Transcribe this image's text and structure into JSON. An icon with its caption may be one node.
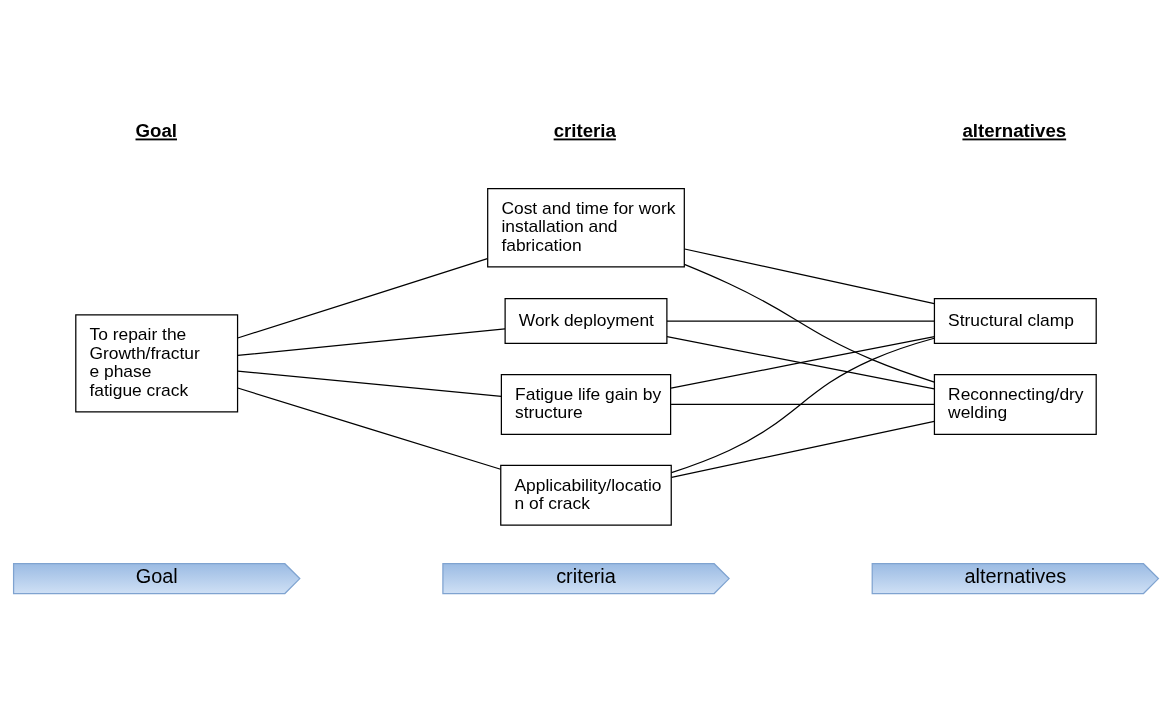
{
  "diagram": {
    "nodes": [
      {
        "text": [
          "Goal"
        ]
      },
      {
        "text": [
          "criteria"
        ]
      },
      {
        "text": [
          "alternatives"
        ]
      },
      {
        "text": [
          "To repair the Growth/fractur e phase fatigue crack"
        ]
      },
      {
        "text": [
          "Fatigue life gain by structure"
        ]
      },
      {
        "text": [
          "Applicability/locatio n of crack"
        ]
      },
      {
        "text": [
          "Cost and time for work installation and fabrication"
        ]
      },
      {
        "text": [
          "Work deployment"
        ]
      },
      {
        "text": [
          "Structural clamp"
        ]
      },
      {
        "text": [
          "Reconnecting/dry welding"
        ]
      }
    ],
    "edges": [
      {
        "from": 3,
        "to": 4,
        "arrow": "none"
      },
      {
        "from": 3,
        "to": 5,
        "arrow": "none"
      },
      {
        "from": 3,
        "to": 6,
        "arrow": "none"
      },
      {
        "from": 3,
        "to": 7,
        "arrow": "none"
      },
      {
        "from": 4,
        "to": 8,
        "arrow": "none"
      },
      {
        "from": 4,
        "to": 9,
        "arrow": "none"
      },
      {
        "from": 5,
        "to": 8,
        "arrow": "none"
      },
      {
        "from": 5,
        "to": 9,
        "arrow": "none"
      },
      {
        "from": 6,
        "to": 8,
        "arrow": "none"
      },
      {
        "from": 6,
        "to": 9,
        "arrow": "none"
      },
      {
        "from": 7,
        "to": 8,
        "arrow": "none"
      },
      {
        "from": 7,
        "to": 9,
        "arrow": "none"
      }
    ],
    "labels": [
      "Goal",
      "criteria",
      "alternatives"
    ]
  }
}
